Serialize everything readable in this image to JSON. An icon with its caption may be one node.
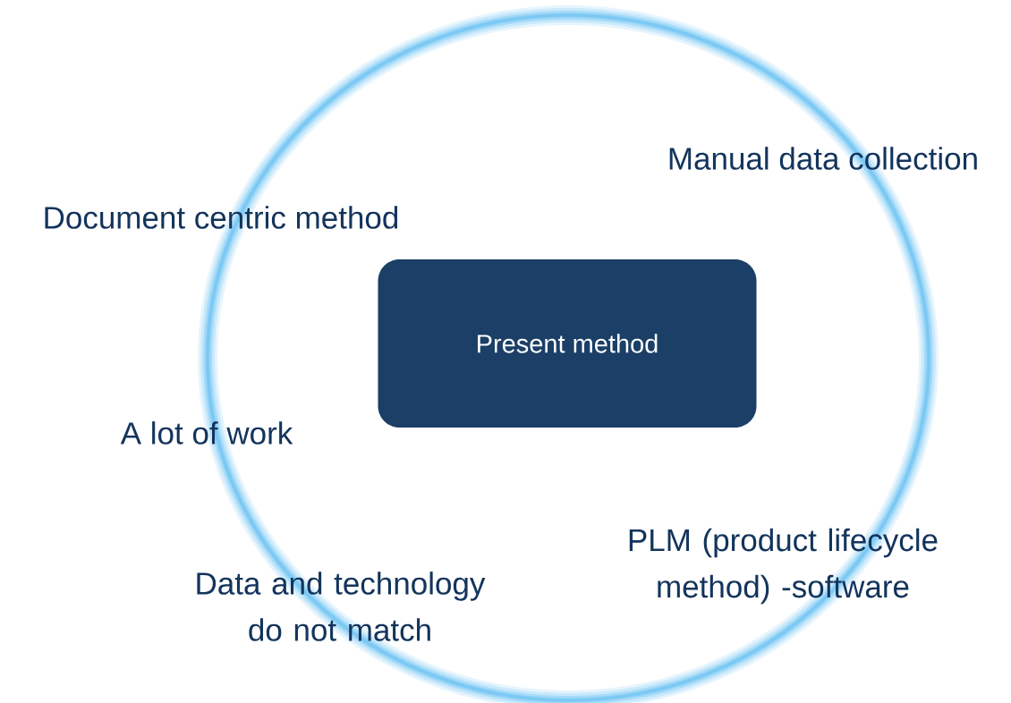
{
  "diagram": {
    "nodes": [
      {
        "text": [
          "Present method"
        ]
      }
    ],
    "edges": [],
    "labels": [
      "Manual data collection",
      "Document centric method",
      "A lot of work",
      "PLM (product lifecycle method) -software",
      "Data and technology do not match"
    ]
  }
}
